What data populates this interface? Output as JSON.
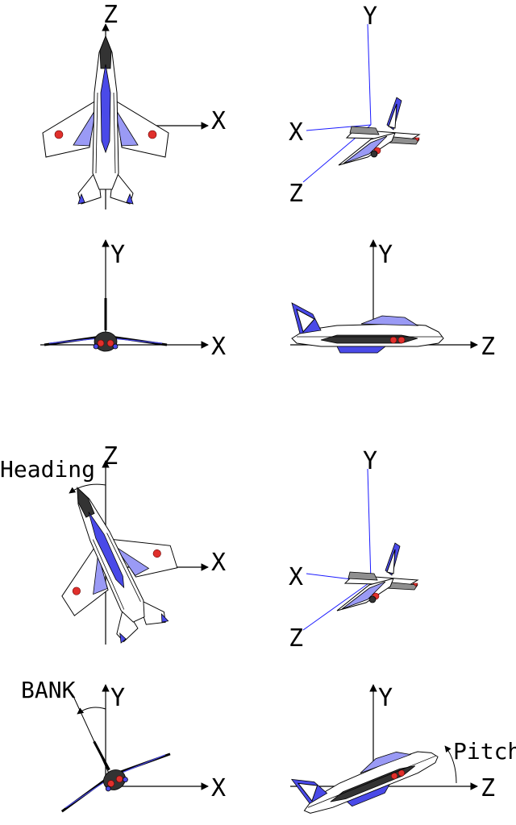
{
  "panels": {
    "top_view": {
      "axis_up": "Z",
      "axis_right": "X"
    },
    "iso_view": {
      "axis_up": "Y",
      "axis_left": "X",
      "axis_down": "Z"
    },
    "front_view": {
      "axis_up": "Y",
      "axis_right": "X"
    },
    "side_view": {
      "axis_up": "Y",
      "axis_right": "Z"
    },
    "heading_view": {
      "axis_up": "Z",
      "axis_right": "X",
      "caption": "Heading"
    },
    "iso_view_2": {
      "axis_up": "Y",
      "axis_left": "X",
      "axis_down": "Z"
    },
    "bank_view": {
      "axis_up": "Y",
      "axis_right": "X",
      "caption": "BANK"
    },
    "pitch_view": {
      "axis_up": "Y",
      "axis_right": "Z",
      "caption": "Pitch"
    }
  },
  "colors": {
    "accent_blue": "#4a4ae8",
    "light_blue": "#9a9af5",
    "marker_red": "#e0302c",
    "projection_line": "#1a1aff"
  }
}
